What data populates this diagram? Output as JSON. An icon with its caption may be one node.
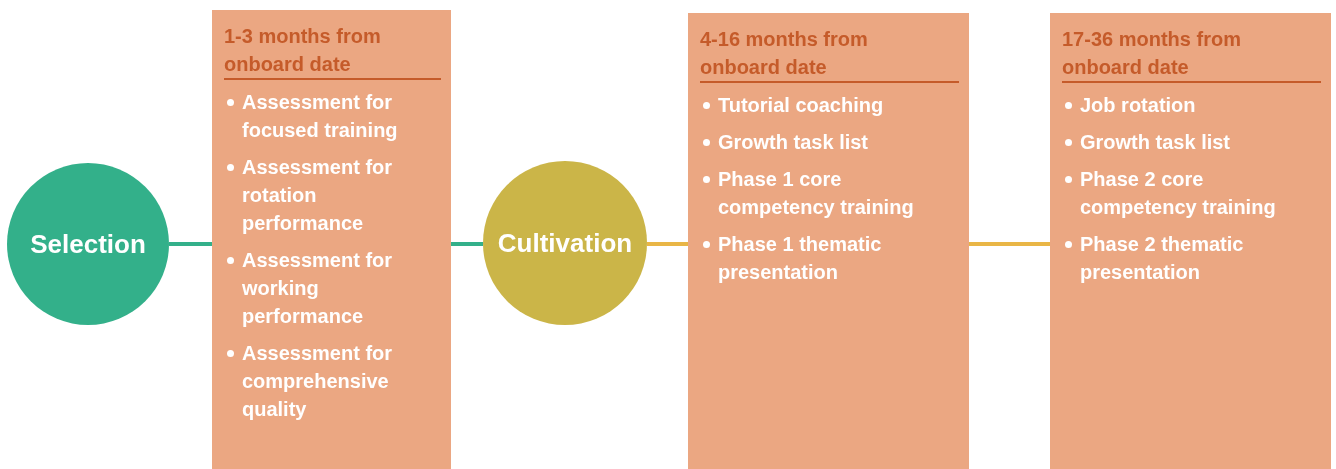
{
  "diagram": {
    "nodes": [
      {
        "text": [
          "Selection"
        ]
      },
      {
        "text": [
          "1-3 months from onboard date",
          "Assessment for focused training",
          "Assessment for rotation performance",
          "Assessment for working performance",
          "Assessment for comprehensive quality"
        ]
      },
      {
        "text": [
          "Cultivation"
        ]
      },
      {
        "text": [
          "4-16 months from onboard date",
          "Tutorial coaching",
          "Growth task list",
          "Phase 1 core competency training",
          "Phase 1 thematic presentation"
        ]
      },
      {
        "text": [
          "17-36 months from onboard date",
          "Job rotation",
          "Growth task list",
          "Phase 2 core competency training",
          "Phase 2 thematic presentation"
        ]
      }
    ],
    "edges": [
      {
        "from": 0,
        "to": 1,
        "arrow": "none",
        "color": "#33b08a"
      },
      {
        "from": 1,
        "to": 2,
        "arrow": "none",
        "color": "#33b08a"
      },
      {
        "from": 2,
        "to": 3,
        "arrow": "none",
        "color": "#e9b646"
      },
      {
        "from": 3,
        "to": 4,
        "arrow": "none",
        "color": "#e9b646"
      }
    ]
  }
}
